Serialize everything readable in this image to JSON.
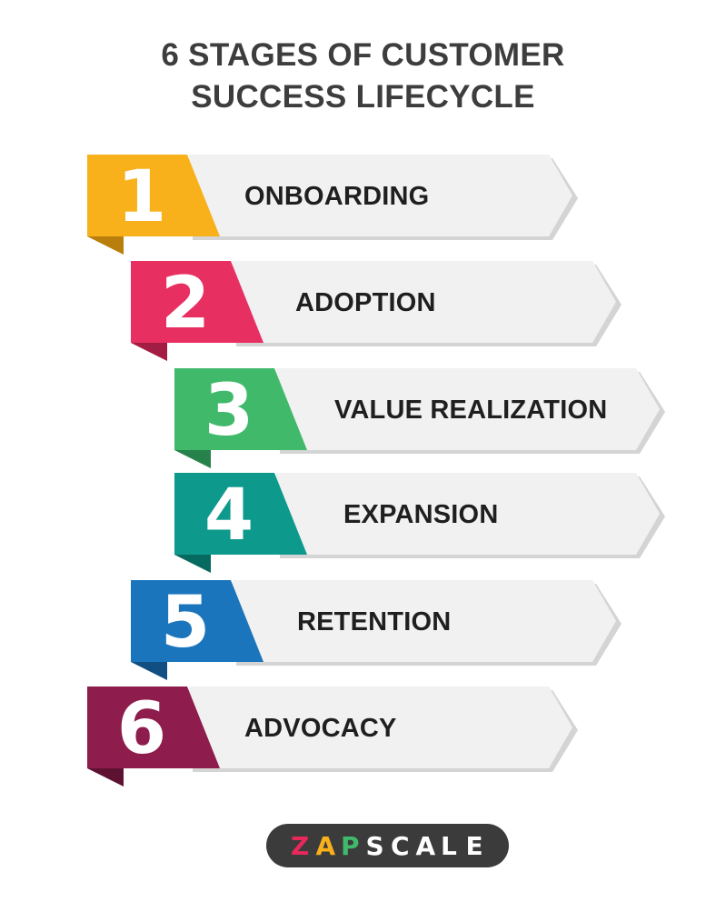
{
  "title": {
    "line1": "6 STAGES OF CUSTOMER",
    "line2": "SUCCESS LIFECYCLE"
  },
  "stages": [
    {
      "number": "1",
      "label": "ONBOARDING",
      "color": "#f8b01b",
      "dark": "#b97e0c"
    },
    {
      "number": "2",
      "label": "ADOPTION",
      "color": "#e72f62",
      "dark": "#a31c42"
    },
    {
      "number": "3",
      "label": "VALUE REALIZATION",
      "color": "#41b96b",
      "dark": "#26824a"
    },
    {
      "number": "4",
      "label": "EXPANSION",
      "color": "#0d9a8c",
      "dark": "#076a60"
    },
    {
      "number": "5",
      "label": "RETENTION",
      "color": "#1b75bc",
      "dark": "#114f82"
    },
    {
      "number": "6",
      "label": "ADVOCACY",
      "color": "#8e1c4c",
      "dark": "#5e1232"
    }
  ],
  "logo": {
    "text": "ZAPSCALE",
    "colors": {
      "z": "#e8285a",
      "a": "#f8b01b",
      "p": "#41b96b",
      "rest": "#ffffff"
    }
  }
}
